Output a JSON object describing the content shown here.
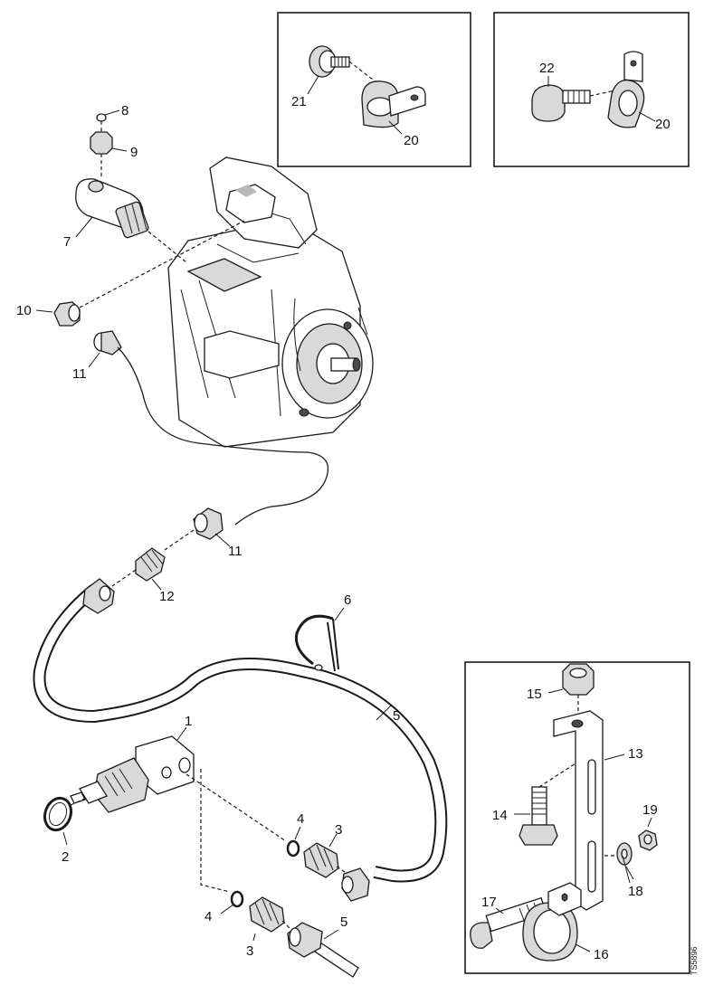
{
  "callouts": {
    "c1": "1",
    "c2": "2",
    "c3a": "3",
    "c3b": "3",
    "c4a": "4",
    "c4b": "4",
    "c5a": "5",
    "c5b": "5",
    "c6": "6",
    "c7": "7",
    "c8": "8",
    "c9": "9",
    "c10": "10",
    "c11a": "11",
    "c11b": "11",
    "c12": "12",
    "c13": "13",
    "c14": "14",
    "c15": "15",
    "c16": "16",
    "c17": "17",
    "c18": "18",
    "c19": "19",
    "c20a": "20",
    "c20b": "20",
    "c21": "21",
    "c22": "22"
  },
  "figure_ref": "TS5896"
}
